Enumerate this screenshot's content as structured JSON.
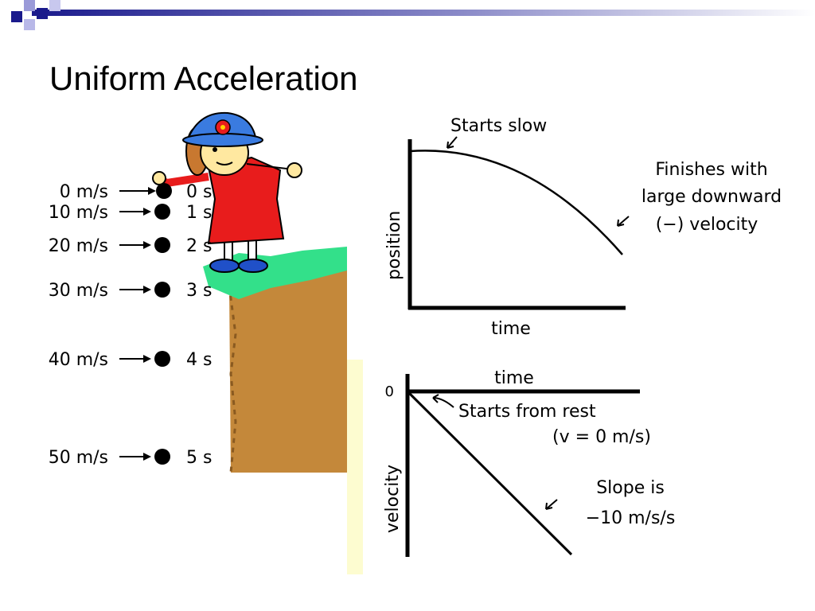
{
  "slide": {
    "title": "Uniform Acceleration"
  },
  "fall": {
    "rows": [
      {
        "speed": "0 m/s",
        "time": "0 s"
      },
      {
        "speed": "10 m/s",
        "time": "1 s"
      },
      {
        "speed": "20 m/s",
        "time": "2 s"
      },
      {
        "speed": "30 m/s",
        "time": "3 s"
      },
      {
        "speed": "40 m/s",
        "time": "4 s"
      },
      {
        "speed": "50 m/s",
        "time": "5 s"
      }
    ]
  },
  "position_graph": {
    "ylabel": "position",
    "xlabel": "time",
    "annot_start": "Starts slow",
    "annot_finish_1": "Finishes with",
    "annot_finish_2": "large downward",
    "annot_finish_3": "(−) velocity"
  },
  "velocity_graph": {
    "ylabel": "velocity",
    "xlabel": "time",
    "origin": "0",
    "annot_rest_1": "Starts from rest",
    "annot_rest_2": "(v = 0 m/s)",
    "annot_slope_1": "Slope is",
    "annot_slope_2": "−10 m/s/s"
  },
  "colors": {
    "template_blue": "#1a1a8c",
    "cliff_brown": "#c4883a",
    "grass_green": "#33e08a",
    "dress_red": "#e81c1c",
    "hat_blue": "#3a7be0",
    "note_yellow": "#fdfcd0"
  }
}
